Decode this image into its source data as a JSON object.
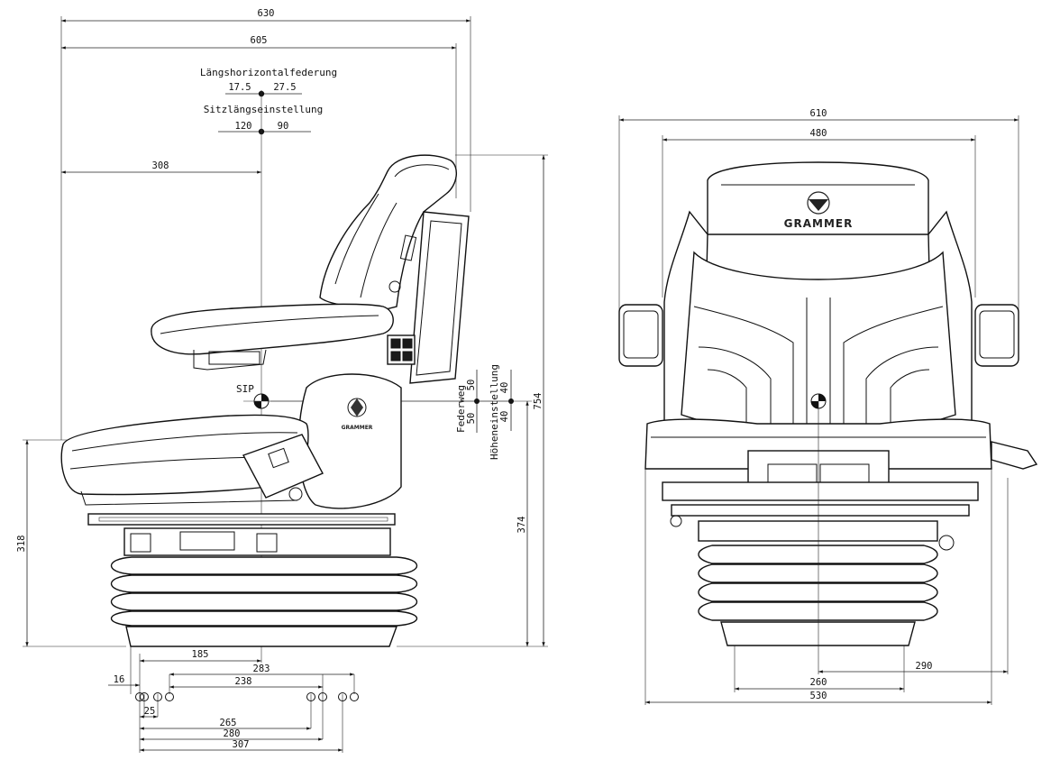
{
  "side_view": {
    "dimensions": {
      "d630": "630",
      "d605": "605",
      "d308": "308",
      "d754": "754",
      "d374": "374",
      "d318": "318",
      "d185": "185",
      "d283": "283",
      "d238": "238",
      "d16": "16",
      "d25": "25",
      "d265": "265",
      "d280": "280",
      "d307": "307"
    },
    "laengshorizontal": {
      "title": "Längshorizontalfederung",
      "left": "17.5",
      "right": "27.5"
    },
    "sitzlaengs": {
      "title": "Sitzlängseinstellung",
      "left": "120",
      "right": "90"
    },
    "sip_label": "SIP",
    "federweg": {
      "title": "Federweg",
      "a": "50",
      "b": "50"
    },
    "hoehen": {
      "title": "Höheneinstellung",
      "a": "40",
      "b": "40"
    },
    "logo_text": "GRAMMER"
  },
  "front_view": {
    "dimensions": {
      "d610": "610",
      "d480": "480",
      "d290": "290",
      "d260": "260",
      "d530": "530"
    },
    "logo_text": "GRAMMER"
  }
}
